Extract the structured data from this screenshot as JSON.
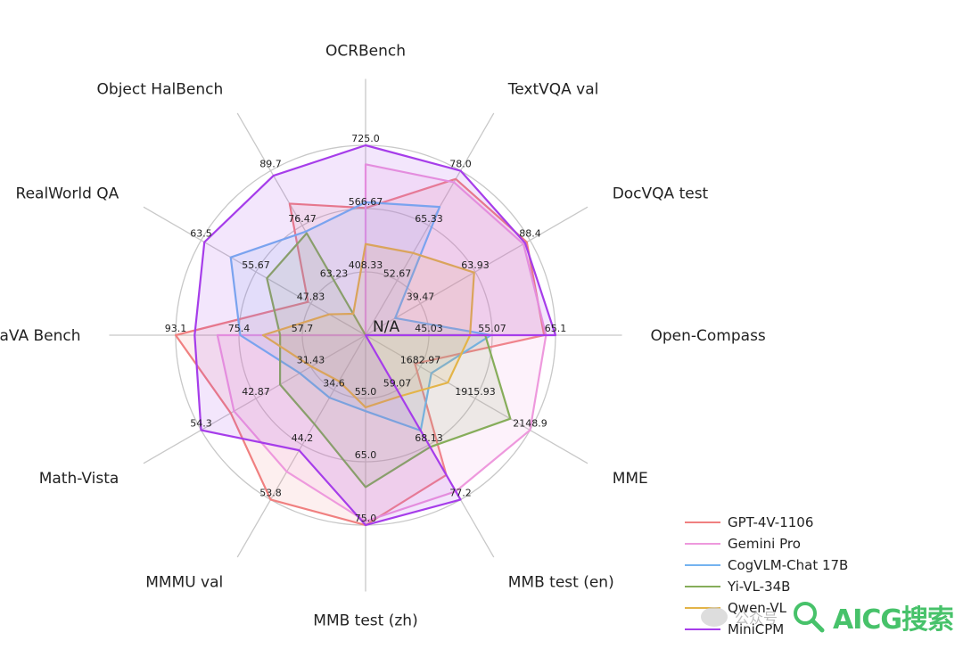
{
  "chart_data": {
    "type": "radar",
    "center_label": "N/A",
    "axes": [
      {
        "name": "OCRBench",
        "ticks": [
          "408.33",
          "566.67",
          "725.0"
        ]
      },
      {
        "name": "TextVQA val",
        "ticks": [
          "52.67",
          "65.33",
          "78.0"
        ]
      },
      {
        "name": "DocVQA test",
        "ticks": [
          "39.47",
          "63.93",
          "88.4"
        ]
      },
      {
        "name": "Open-Compass",
        "ticks": [
          "45.03",
          "55.07",
          "65.1"
        ]
      },
      {
        "name": "MME",
        "ticks": [
          "1682.97",
          "1915.93",
          "2148.9"
        ]
      },
      {
        "name": "MMB test (en)",
        "ticks": [
          "59.07",
          "68.13",
          "77.2"
        ]
      },
      {
        "name": "MMB test (zh)",
        "ticks": [
          "55.0",
          "65.0",
          "75.0"
        ]
      },
      {
        "name": "MMMU val",
        "ticks": [
          "34.6",
          "44.2",
          "53.8"
        ]
      },
      {
        "name": "Math-Vista",
        "ticks": [
          "31.43",
          "42.87",
          "54.3"
        ]
      },
      {
        "name": "LLaVA Bench",
        "ticks": [
          "57.7",
          "75.4",
          "93.1"
        ]
      },
      {
        "name": "RealWorld QA",
        "ticks": [
          "47.83",
          "55.67",
          "63.5"
        ]
      },
      {
        "name": "Object HalBench",
        "ticks": [
          "63.23",
          "76.47",
          "89.7"
        ]
      }
    ],
    "series": [
      {
        "name": "GPT-4V-1106",
        "color": "#f08080",
        "values": [
          0.67,
          0.95,
          0.98,
          0.94,
          0.3,
          0.85,
          1.0,
          1.0,
          0.82,
          1.0,
          0.35,
          0.8
        ]
      },
      {
        "name": "Gemini Pro",
        "color": "#ee99dd",
        "values": [
          0.9,
          0.93,
          0.96,
          0.95,
          1.0,
          0.95,
          0.98,
          0.83,
          0.8,
          0.78,
          0.0,
          0.0
        ]
      },
      {
        "name": "CogVLM-Chat 17B",
        "color": "#74b3f0",
        "values": [
          0.7,
          0.78,
          0.18,
          0.66,
          0.4,
          0.58,
          0.4,
          0.38,
          0.4,
          0.66,
          0.82,
          0.63
        ]
      },
      {
        "name": "Yi-VL-34B",
        "color": "#86ad5a",
        "values": [
          0.0,
          0.0,
          0.0,
          0.63,
          0.88,
          0.68,
          0.8,
          0.54,
          0.52,
          0.45,
          0.6,
          0.62
        ]
      },
      {
        "name": "Qwen-VL",
        "color": "#e3b448",
        "values": [
          0.48,
          0.5,
          0.66,
          0.55,
          0.5,
          0.37,
          0.38,
          0.28,
          0.33,
          0.54,
          0.22,
          0.13
        ]
      },
      {
        "name": "MiniCPM",
        "color": "#a63dea",
        "values": [
          1.0,
          1.0,
          0.97,
          1.0,
          0.0,
          1.0,
          1.0,
          0.7,
          1.0,
          0.9,
          0.98,
          0.97
        ]
      }
    ]
  },
  "watermark": {
    "left_text": "公众号",
    "logo_text": "AICG搜索"
  }
}
